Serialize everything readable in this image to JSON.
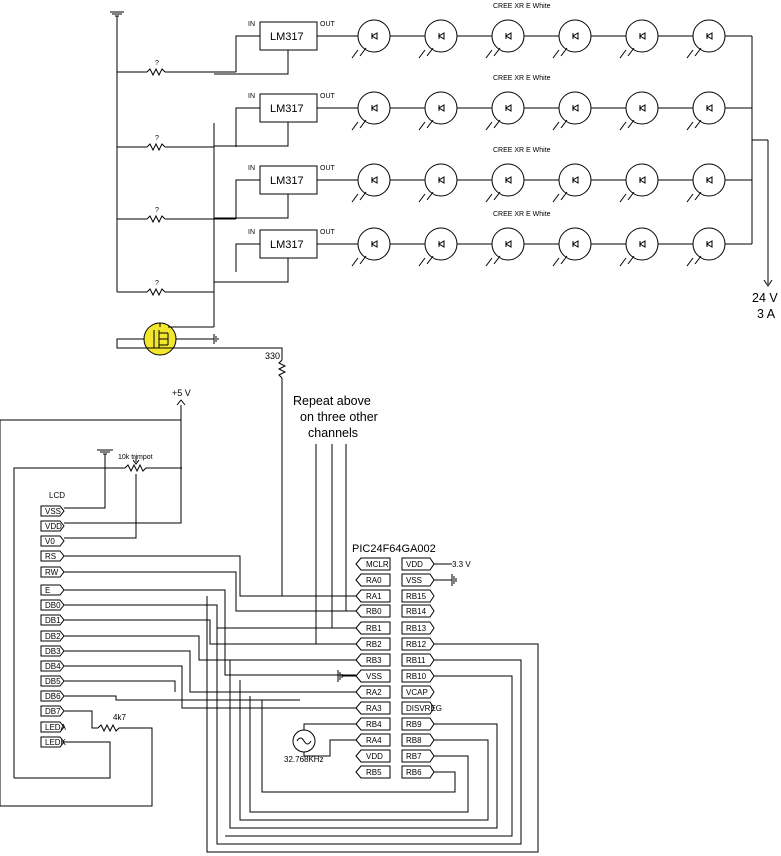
{
  "regulator": {
    "part": "LM317",
    "in_label": "IN",
    "out_label": "OUT"
  },
  "led_labels": [
    "CREE XR E White",
    "CREE XR E White",
    "CREE XR E White",
    "CREE XR E White"
  ],
  "resistor_unknown": "?",
  "supply": {
    "voltage": "24 V",
    "current": "3 A"
  },
  "r330": "330",
  "vplus": "+5 V",
  "trimpot": "10k trimpot",
  "repeat_note": [
    "Repeat above",
    "on three other",
    "channels"
  ],
  "lcd": {
    "title": "LCD",
    "pins": [
      "VSS",
      "VDD",
      "V0",
      "RS",
      "RW",
      "E",
      "DB0",
      "DB1",
      "DB2",
      "DB3",
      "DB4",
      "DB5",
      "DB6",
      "DB7",
      "LEDA",
      "LEDK"
    ]
  },
  "r4k7": "4k7",
  "mcu": {
    "title": "PIC24F64GA002",
    "left_pins": [
      "MCLR",
      "RA0",
      "RA1",
      "RB0",
      "RB1",
      "RB2",
      "RB3",
      "VSS",
      "RA2",
      "RA3",
      "RB4",
      "RA4",
      "VDD",
      "RB5"
    ],
    "right_pins": [
      "VDD",
      "VSS",
      "RB15",
      "RB14",
      "RB13",
      "RB12",
      "RB11",
      "RB10",
      "VCAP",
      "DISVREG",
      "RB9",
      "RB8",
      "RB7",
      "RB6"
    ],
    "v33": "3.3 V"
  },
  "crystal": "32.768KHz"
}
